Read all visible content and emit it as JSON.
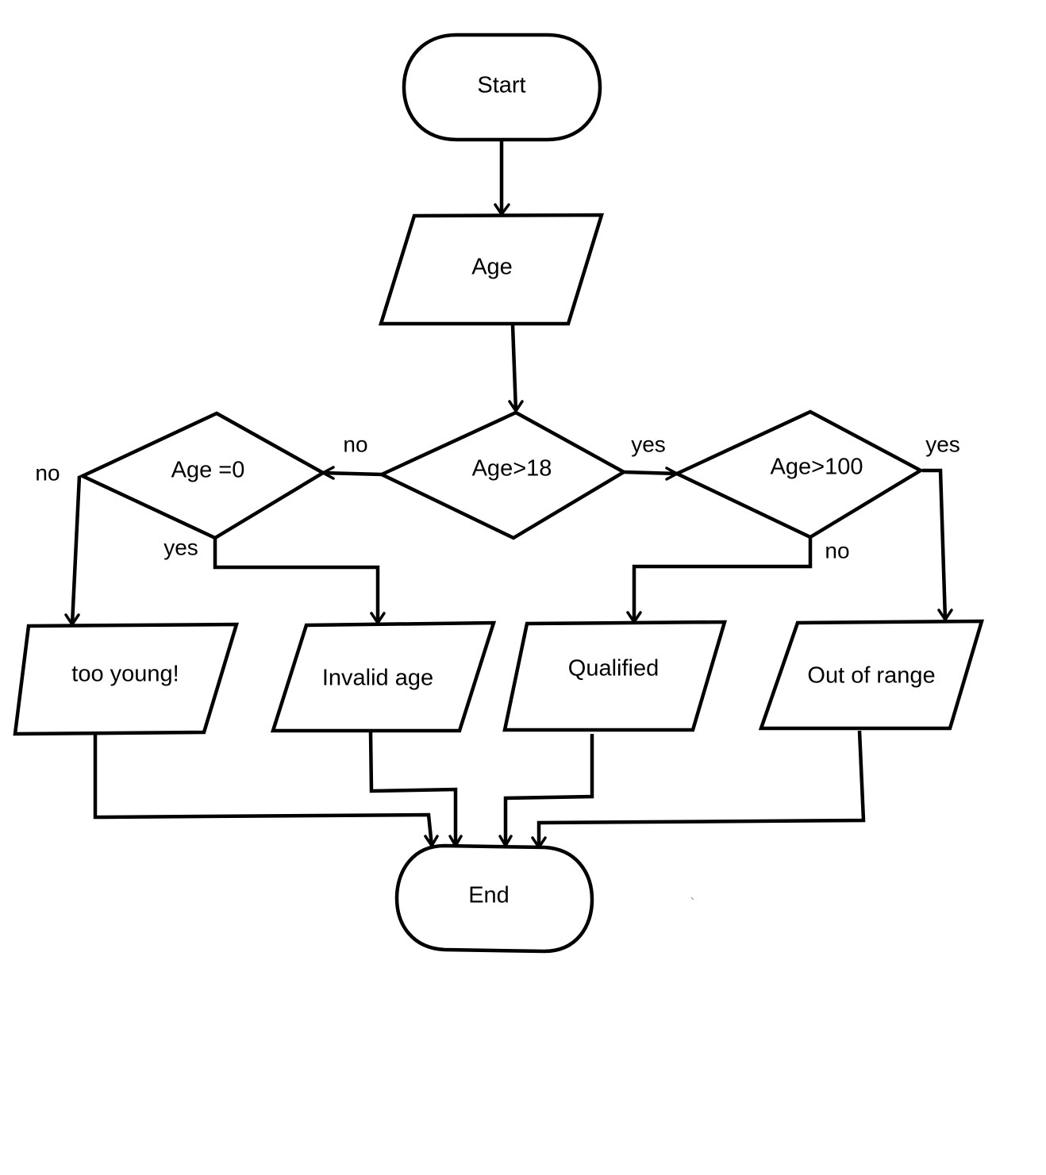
{
  "diagram": {
    "type": "flowchart",
    "nodes": [
      {
        "id": "start",
        "shape": "terminal",
        "label": "Start"
      },
      {
        "id": "age",
        "shape": "io",
        "label": "Age"
      },
      {
        "id": "age_gt_18",
        "shape": "decision",
        "label": "Age>18"
      },
      {
        "id": "age_eq_0",
        "shape": "decision",
        "label": "Age =0"
      },
      {
        "id": "age_gt_100",
        "shape": "decision",
        "label": "Age>100"
      },
      {
        "id": "too_young",
        "shape": "io",
        "label": "too young!"
      },
      {
        "id": "invalid_age",
        "shape": "io",
        "label": "Invalid age"
      },
      {
        "id": "qualified",
        "shape": "io",
        "label": "Qualified"
      },
      {
        "id": "out_of_range",
        "shape": "io",
        "label": "Out of range"
      },
      {
        "id": "end",
        "shape": "terminal",
        "label": "End"
      }
    ],
    "edges": [
      {
        "from": "start",
        "to": "age",
        "label": ""
      },
      {
        "from": "age",
        "to": "age_gt_18",
        "label": ""
      },
      {
        "from": "age_gt_18",
        "to": "age_eq_0",
        "label": "no"
      },
      {
        "from": "age_gt_18",
        "to": "age_gt_100",
        "label": "yes"
      },
      {
        "from": "age_eq_0",
        "to": "too_young",
        "label": "no"
      },
      {
        "from": "age_eq_0",
        "to": "invalid_age",
        "label": "yes"
      },
      {
        "from": "age_gt_100",
        "to": "qualified",
        "label": "no"
      },
      {
        "from": "age_gt_100",
        "to": "out_of_range",
        "label": "yes"
      },
      {
        "from": "too_young",
        "to": "end",
        "label": ""
      },
      {
        "from": "invalid_age",
        "to": "end",
        "label": ""
      },
      {
        "from": "qualified",
        "to": "end",
        "label": ""
      },
      {
        "from": "out_of_range",
        "to": "end",
        "label": ""
      }
    ]
  },
  "labels": {
    "start": "Start",
    "age": "Age",
    "age_gt_18": "Age>18",
    "age_eq_0": "Age =0",
    "age_gt_100": "Age>100",
    "too_young": "too young!",
    "invalid_age": "Invalid age",
    "qualified": "Qualified",
    "out_of_range": "Out of range",
    "end": "End",
    "edge_no": "no",
    "edge_yes": "yes"
  }
}
